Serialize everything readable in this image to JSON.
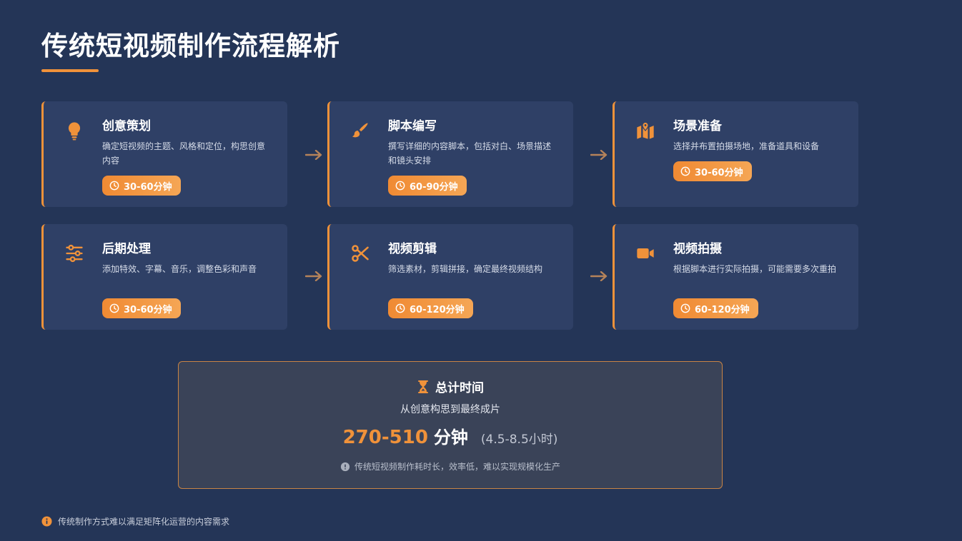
{
  "page": {
    "title": "传统短视频制作流程解析"
  },
  "colors": {
    "background": "#243557",
    "card": "#2f4066",
    "accent": "#f0923a",
    "summary_bg": "#3a4358"
  },
  "steps": [
    {
      "title": "创意策划",
      "desc": "确定短视频的主题、风格和定位，构思创意内容",
      "time": "30-60分钟",
      "icon": "lightbulb-icon"
    },
    {
      "title": "脚本编写",
      "desc": "撰写详细的内容脚本，包括对白、场景描述和镜头安排",
      "time": "60-90分钟",
      "icon": "paintbrush-icon"
    },
    {
      "title": "场景准备",
      "desc": "选择并布置拍摄场地，准备道具和设备",
      "time": "30-60分钟",
      "icon": "map-location-icon"
    },
    {
      "title": "后期处理",
      "desc": "添加特效、字幕、音乐，调整色彩和声音",
      "time": "30-60分钟",
      "icon": "sliders-icon"
    },
    {
      "title": "视频剪辑",
      "desc": "筛选素材，剪辑拼接，确定最终视频结构",
      "time": "60-120分钟",
      "icon": "scissors-icon"
    },
    {
      "title": "视频拍摄",
      "desc": "根据脚本进行实际拍摄，可能需要多次重拍",
      "time": "60-120分钟",
      "icon": "video-camera-icon"
    }
  ],
  "summary": {
    "title": "总计时间",
    "subtitle": "从创意构思到最终成片",
    "range": "270-510",
    "unit": "分钟",
    "hours": "(4.5-8.5小时)",
    "note": "传统短视频制作耗时长，效率低，难以实现规模化生产"
  },
  "footer": {
    "note": "传统制作方式难以满足矩阵化运营的内容需求"
  }
}
